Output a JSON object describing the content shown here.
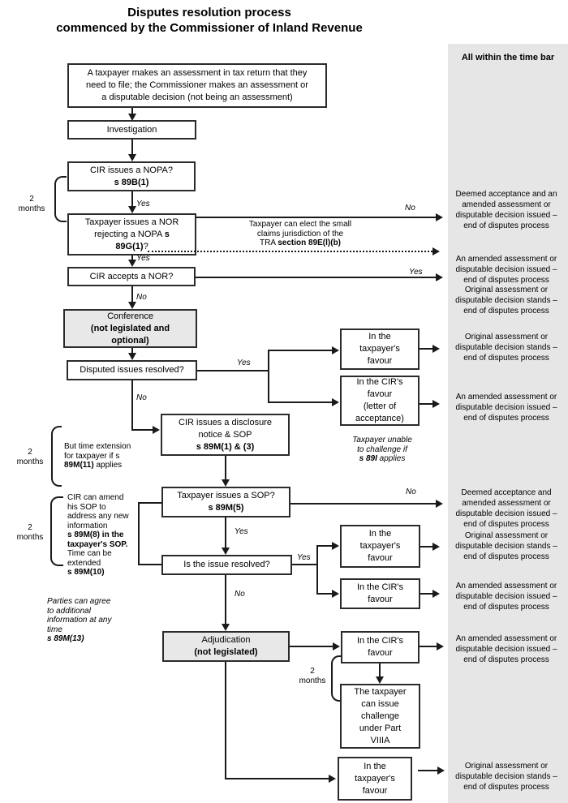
{
  "title": {
    "line1": "Disputes resolution process",
    "line2": "commenced by the Commissioner of Inland Revenue"
  },
  "timebar": {
    "header": "All within the time bar",
    "items": [
      {
        "id": "t1",
        "text": "Deemed acceptance and an amended assessment or disputable decision issued – end of disputes process"
      },
      {
        "id": "t2",
        "text": "An amended assessment or disputable decision issued – end of disputes process"
      },
      {
        "id": "t3",
        "text": "Original assessment or disputable decision stands – end of disputes process"
      },
      {
        "id": "t4",
        "text": "Original assessment or disputable decision stands – end of disputes process"
      },
      {
        "id": "t5",
        "text": "An amended assessment or disputable decision issued – end of disputes process"
      },
      {
        "id": "t6",
        "text": "Deemed acceptance and amended assessment or disputable decision issued – end of disputes process"
      },
      {
        "id": "t7",
        "text": "Original assessment or disputable decision stands – end of disputes process"
      },
      {
        "id": "t8",
        "text": "An amended assessment or disputable decision issued – end of disputes process"
      },
      {
        "id": "t9",
        "text": "An amended assessment or disputable decision issued – end of disputes process"
      },
      {
        "id": "t10",
        "text": "Original assessment or disputable decision stands – end of disputes process"
      }
    ]
  },
  "boxes": [
    {
      "id": "assessment",
      "lines": [
        [
          {
            "t": "A taxpayer makes an assessment in tax return that they"
          }
        ],
        [
          {
            "t": "need to file; the Commissioner makes an assessment or"
          }
        ],
        [
          {
            "t": "a disputable decision (not being an assessment)"
          }
        ]
      ]
    },
    {
      "id": "investigation",
      "lines": [
        [
          {
            "t": "Investigation"
          }
        ]
      ]
    },
    {
      "id": "nopa",
      "lines": [
        [
          {
            "t": "CIR issues a NOPA?"
          }
        ],
        [
          {
            "t": "s 89B(1)",
            "b": true
          }
        ]
      ]
    },
    {
      "id": "nor",
      "lines": [
        [
          {
            "t": "Taxpayer issues a NOR"
          }
        ],
        [
          {
            "t": "rejecting a NOPA "
          },
          {
            "t": "s",
            "b": true
          }
        ],
        [
          {
            "t": "89G(1)",
            "b": true
          },
          {
            "t": "?"
          }
        ]
      ]
    },
    {
      "id": "accepts",
      "lines": [
        [
          {
            "t": "CIR accepts a NOR?"
          }
        ]
      ]
    },
    {
      "id": "conference",
      "lines": [
        [
          {
            "t": "Conference"
          }
        ],
        [
          {
            "t": "(not legislated and",
            "b": true
          }
        ],
        [
          {
            "t": "optional)",
            "b": true
          }
        ]
      ]
    },
    {
      "id": "resolved1",
      "lines": [
        [
          {
            "t": "Disputed issues resolved?"
          }
        ]
      ]
    },
    {
      "id": "disclosure",
      "lines": [
        [
          {
            "t": "CIR issues a disclosure"
          }
        ],
        [
          {
            "t": "notice & SOP"
          }
        ],
        [
          {
            "t": "s 89M(1) & (3)",
            "b": true
          }
        ]
      ]
    },
    {
      "id": "sop",
      "lines": [
        [
          {
            "t": "Taxpayer issues a SOP?"
          }
        ],
        [
          {
            "t": "s 89M(5)",
            "b": true
          }
        ]
      ]
    },
    {
      "id": "resolved2",
      "lines": [
        [
          {
            "t": "Is the issue resolved?"
          }
        ]
      ]
    },
    {
      "id": "adjudication",
      "lines": [
        [
          {
            "t": "Adjudication"
          }
        ],
        [
          {
            "t": "(not legislated)",
            "b": true
          }
        ]
      ]
    },
    {
      "id": "fav_tp1",
      "lines": [
        [
          {
            "t": "In the"
          }
        ],
        [
          {
            "t": "taxpayer's"
          }
        ],
        [
          {
            "t": "favour"
          }
        ]
      ]
    },
    {
      "id": "fav_cir1",
      "lines": [
        [
          {
            "t": "In the CIR's"
          }
        ],
        [
          {
            "t": "favour"
          }
        ],
        [
          {
            "t": "(letter of"
          }
        ],
        [
          {
            "t": "acceptance)"
          }
        ]
      ]
    },
    {
      "id": "fav_tp2",
      "lines": [
        [
          {
            "t": "In the"
          }
        ],
        [
          {
            "t": "taxpayer's"
          }
        ],
        [
          {
            "t": "favour"
          }
        ]
      ]
    },
    {
      "id": "fav_cir2",
      "lines": [
        [
          {
            "t": "In the CIR's"
          }
        ],
        [
          {
            "t": "favour"
          }
        ]
      ]
    },
    {
      "id": "fav_cir3",
      "lines": [
        [
          {
            "t": "In the CIR's"
          }
        ],
        [
          {
            "t": "favour"
          }
        ]
      ]
    },
    {
      "id": "challenge",
      "lines": [
        [
          {
            "t": "The taxpayer"
          }
        ],
        [
          {
            "t": "can issue"
          }
        ],
        [
          {
            "t": "challenge"
          }
        ],
        [
          {
            "t": "under Part"
          }
        ],
        [
          {
            "t": "VIIIA"
          }
        ]
      ]
    },
    {
      "id": "fav_tp3",
      "lines": [
        [
          {
            "t": "In the"
          }
        ],
        [
          {
            "t": "taxpayer's"
          }
        ],
        [
          {
            "t": "favour"
          }
        ]
      ]
    }
  ],
  "labels": [
    {
      "id": "yes1",
      "text": "Yes"
    },
    {
      "id": "no1",
      "text": "No"
    },
    {
      "id": "yes2",
      "text": "Yes"
    },
    {
      "id": "yes3",
      "text": "Yes"
    },
    {
      "id": "no2",
      "text": "No"
    },
    {
      "id": "yes4",
      "text": "Yes"
    },
    {
      "id": "no3",
      "text": "No"
    },
    {
      "id": "no4",
      "text": "No"
    },
    {
      "id": "yes5",
      "text": "Yes"
    },
    {
      "id": "yes6",
      "text": "Yes"
    },
    {
      "id": "no5",
      "text": "No"
    }
  ],
  "month_labels": [
    {
      "id": "m1",
      "lines": [
        "2",
        "months"
      ]
    },
    {
      "id": "m2",
      "lines": [
        "2",
        "months"
      ]
    },
    {
      "id": "m3",
      "lines": [
        "2",
        "months"
      ]
    },
    {
      "id": "m4",
      "lines": [
        "2",
        "months"
      ]
    }
  ],
  "notes": [
    {
      "id": "small_claims",
      "lines": [
        [
          {
            "t": "Taxpayer can elect the small"
          }
        ],
        [
          {
            "t": "claims jurisdiction of the"
          }
        ],
        [
          {
            "t": "TRA   "
          },
          {
            "t": "section 89E(l)(b)",
            "b": true
          }
        ]
      ]
    },
    {
      "id": "but_time",
      "lines": [
        [
          {
            "t": "But time extension"
          }
        ],
        [
          {
            "t": "for taxpayer if s"
          }
        ],
        [
          {
            "t": "89M(11)",
            "b": true
          },
          {
            "t": " applies"
          }
        ]
      ]
    },
    {
      "id": "cir_amend",
      "lines": [
        [
          {
            "t": "CIR can amend"
          }
        ],
        [
          {
            "t": "his SOP to"
          }
        ],
        [
          {
            "t": "address any new"
          }
        ],
        [
          {
            "t": "information"
          }
        ],
        [
          {
            "t": "s 89M(8) in the",
            "b": true
          }
        ],
        [
          {
            "t": "taxpayer's SOP.",
            "b": true
          }
        ],
        [
          {
            "t": "Time can be"
          }
        ],
        [
          {
            "t": "extended"
          }
        ],
        [
          {
            "t": "s 89M(10)",
            "b": true
          }
        ]
      ]
    },
    {
      "id": "parties",
      "lines": [
        [
          {
            "t": "Parties can agree"
          }
        ],
        [
          {
            "t": "to additional"
          }
        ],
        [
          {
            "t": "information at any"
          }
        ],
        [
          {
            "t": "time"
          }
        ],
        [
          {
            "t": "s 89M(13)",
            "b": true
          }
        ]
      ]
    },
    {
      "id": "unable",
      "lines": [
        [
          {
            "t": "Taxpayer unable"
          }
        ],
        [
          {
            "t": "to challenge if"
          }
        ],
        [
          {
            "t": "s 89I",
            "b": true
          },
          {
            "t": " applies"
          }
        ]
      ]
    }
  ],
  "colors": {
    "background": "#ffffff",
    "timebar_bg": "#e6e6e6",
    "highlight_box_fill": "#e8e8e8",
    "box_border": "#2b2b2b",
    "line": "#1a1a1a",
    "text": "#000000"
  }
}
